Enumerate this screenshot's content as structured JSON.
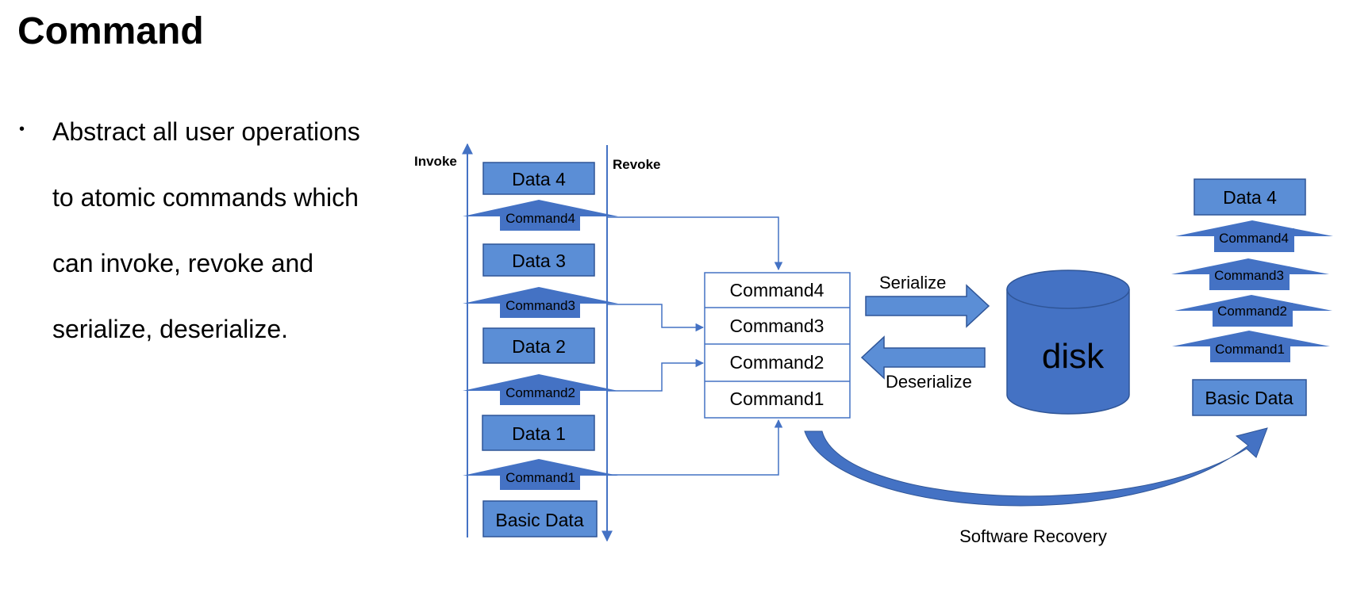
{
  "title": "Command",
  "bullet": {
    "marker": "•",
    "lines": [
      "Abstract all user operations",
      "to atomic commands which",
      "can invoke, revoke and",
      "serialize, deserialize."
    ]
  },
  "diagram": {
    "invoke_label": "Invoke",
    "revoke_label": "Revoke",
    "stack": {
      "data": [
        "Data 4",
        "Data 3",
        "Data 2",
        "Data 1"
      ],
      "basic": "Basic Data",
      "commands": [
        "Command4",
        "Command3",
        "Command2",
        "Command1"
      ]
    },
    "queue": [
      "Command4",
      "Command3",
      "Command2",
      "Command1"
    ],
    "serialize_label": "Serialize",
    "deserialize_label": "Deserialize",
    "disk_label": "disk",
    "restored": {
      "data": "Data 4",
      "commands": [
        "Command4",
        "Command3",
        "Command2",
        "Command1"
      ],
      "basic": "Basic Data"
    },
    "recovery_label": "Software Recovery"
  },
  "colors": {
    "box_fill": "#5b8ed6",
    "box_stroke": "#2f5597",
    "arrow_fill": "#4472c4",
    "disk_fill": "#4472c4",
    "line": "#4472c4"
  }
}
